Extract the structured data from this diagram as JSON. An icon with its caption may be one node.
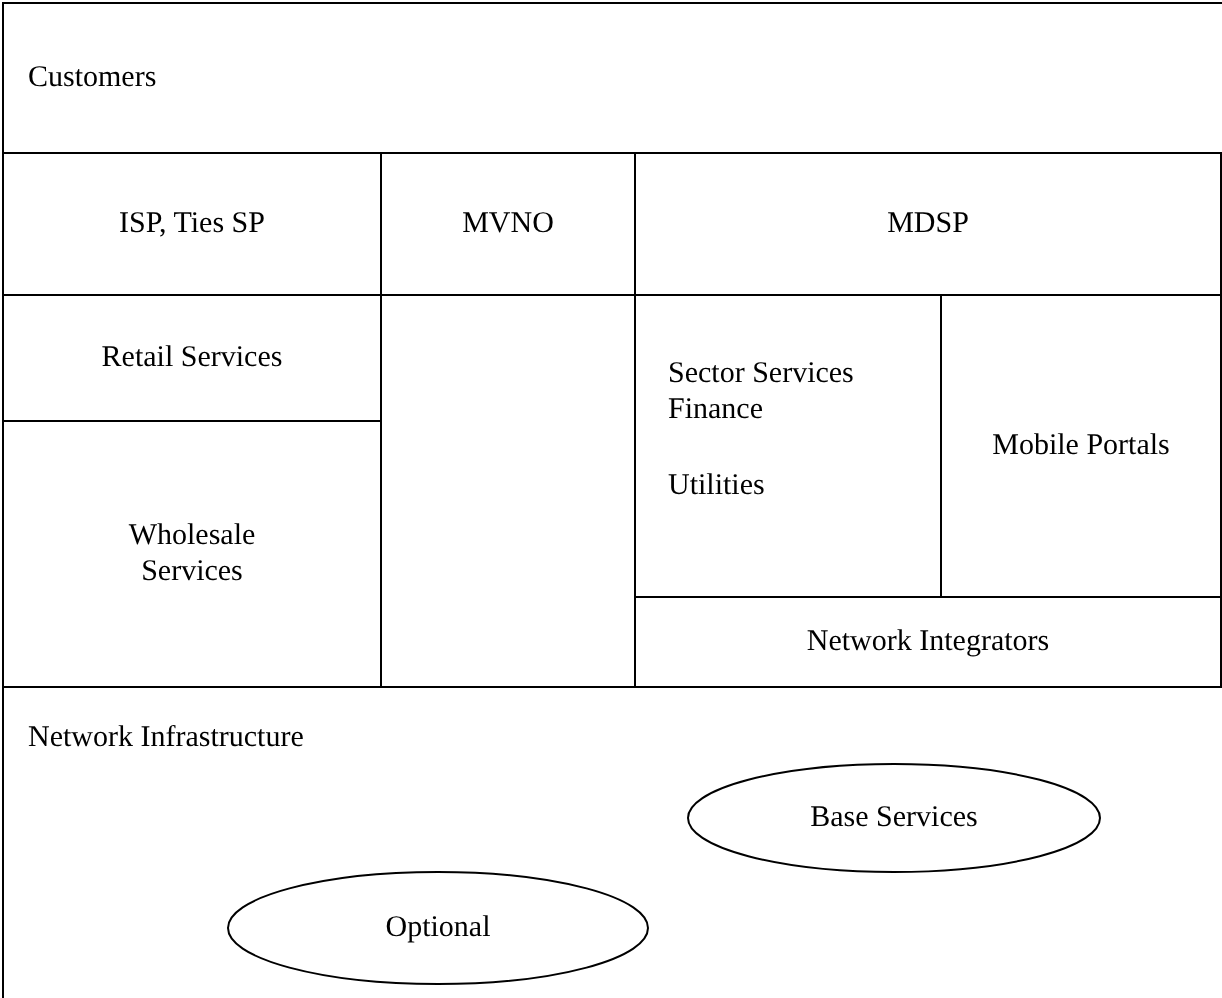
{
  "diagram": {
    "nodes": [
      {
        "text": [
          "Customers"
        ]
      },
      {
        "text": [
          "ISP, Ties SP"
        ]
      },
      {
        "text": [
          "MVNO"
        ]
      },
      {
        "text": [
          "MDSP"
        ]
      },
      {
        "text": [
          "Retail Services"
        ]
      },
      {
        "text": [
          "Wholesale Services"
        ]
      },
      {
        "text": [
          "Sector Services",
          "Finance",
          "Utilities"
        ]
      },
      {
        "text": [
          "Mobile Portals"
        ]
      },
      {
        "text": [
          "Network Integrators"
        ]
      },
      {
        "text": [
          "Network Infrastructure"
        ]
      },
      {
        "text": [
          "Base Services"
        ],
        "in": 9
      },
      {
        "text": [
          "Optional"
        ],
        "in": 9
      }
    ]
  }
}
